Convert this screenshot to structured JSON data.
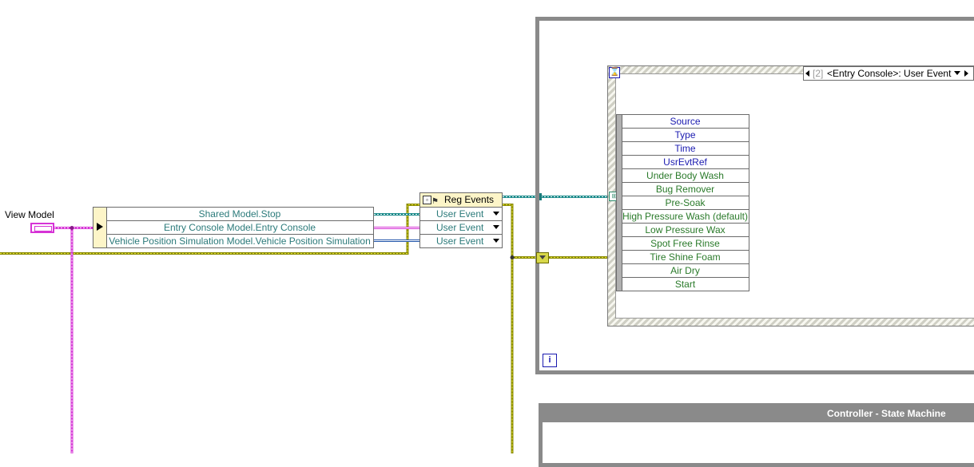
{
  "view_model": {
    "label": "View Model"
  },
  "unbundle": {
    "items": [
      "Shared Model.Stop",
      "Entry Console Model.Entry Console",
      "Vehicle Position Simulation Model.Vehicle Position Simulation"
    ]
  },
  "reg_events": {
    "title": "Reg Events",
    "items": [
      "User Event",
      "User Event",
      "User Event"
    ]
  },
  "event_structure": {
    "case_index": "[2]",
    "case_label": "<Entry Console>: User Event",
    "fields": [
      {
        "label": "Source",
        "color": "#1a1ab0"
      },
      {
        "label": "Type",
        "color": "#1a1ab0"
      },
      {
        "label": "Time",
        "color": "#1a1ab0"
      },
      {
        "label": "UsrEvtRef",
        "color": "#1a1ab0"
      },
      {
        "label": "Under Body Wash",
        "color": "#2a7a2a"
      },
      {
        "label": "Bug Remover",
        "color": "#2a7a2a"
      },
      {
        "label": "Pre-Soak",
        "color": "#2a7a2a"
      },
      {
        "label": "High Pressure Wash (default)",
        "color": "#2a7a2a"
      },
      {
        "label": "Low Pressure Wax",
        "color": "#2a7a2a"
      },
      {
        "label": "Spot Free Rinse",
        "color": "#2a7a2a"
      },
      {
        "label": "Tire Shine Foam",
        "color": "#2a7a2a"
      },
      {
        "label": "Air Dry",
        "color": "#2a7a2a"
      },
      {
        "label": "Start",
        "color": "#2a7a2a"
      }
    ]
  },
  "while_loop": {
    "iteration_label": "i"
  },
  "controller": {
    "title": "Controller - State Machine"
  },
  "colors": {
    "cluster_wire": "#d633d6",
    "refnum_wire": "#1a8a8a",
    "error_wire": "#c8c800",
    "loop_border": "#8a8a8a"
  },
  "icons": [
    "view-model-terminal",
    "unbundle-arrow-icon",
    "reg-events-icon",
    "event-structure-timeout-icon",
    "iteration-terminal-icon",
    "shift-register-icon"
  ]
}
